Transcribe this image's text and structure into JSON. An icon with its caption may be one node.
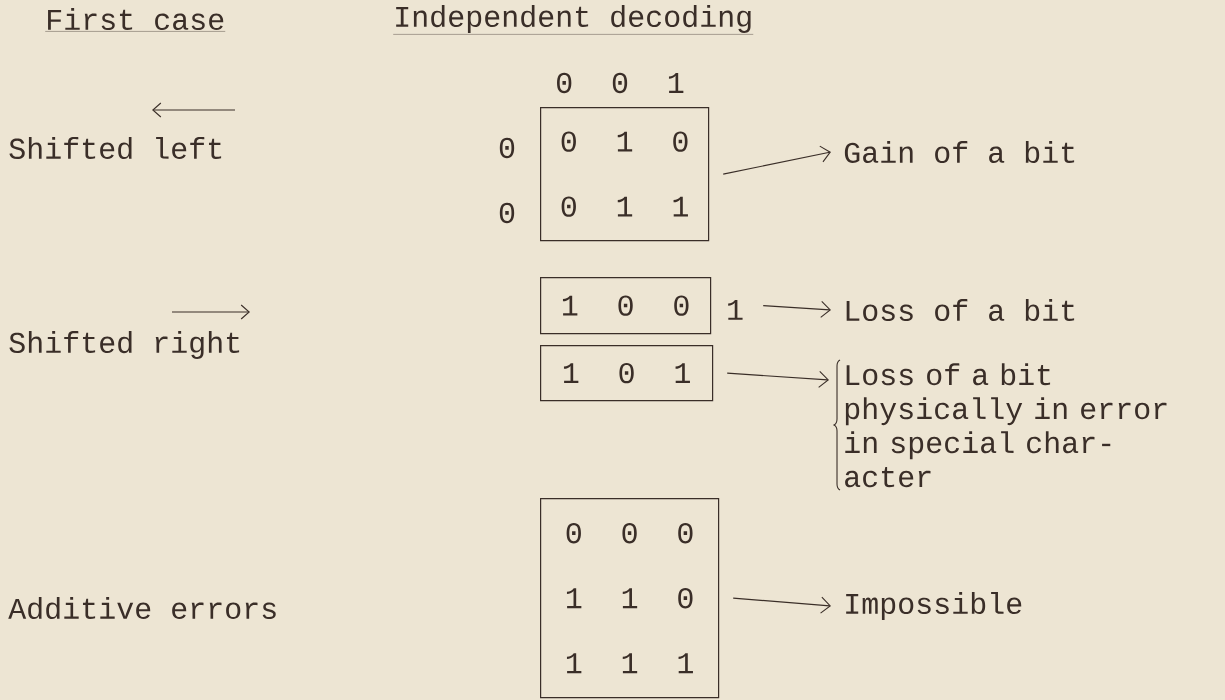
{
  "diagram": {
    "nodes": [
      {
        "text": [
          "0 1 0",
          "0 1 1"
        ],
        "beside": [
          "0 0 1",
          "0",
          "0"
        ]
      },
      {
        "text": [
          "Gain of a bit"
        ]
      },
      {
        "text": [
          "1 0 0"
        ],
        "beside": [
          "1"
        ]
      },
      {
        "text": [
          "Loss of a bit"
        ]
      },
      {
        "text": [
          "1 0 1"
        ]
      },
      {
        "text": [
          "Loss of a bit physically in error in special char- acter"
        ]
      },
      {
        "text": [
          "0 0 0",
          "1 1 0",
          "1 1 1"
        ]
      },
      {
        "text": [
          "Impossible"
        ]
      }
    ],
    "edges": [
      {
        "from": 0,
        "to": 1,
        "arrow": "to"
      },
      {
        "from": 2,
        "to": 3,
        "arrow": "to"
      },
      {
        "from": 4,
        "to": 5,
        "arrow": "to"
      },
      {
        "from": 6,
        "to": 7,
        "arrow": "to"
      }
    ],
    "labels": [
      "First case",
      "Independent decoding",
      "Shifted left",
      "Shifted right",
      "Additive errors"
    ]
  }
}
